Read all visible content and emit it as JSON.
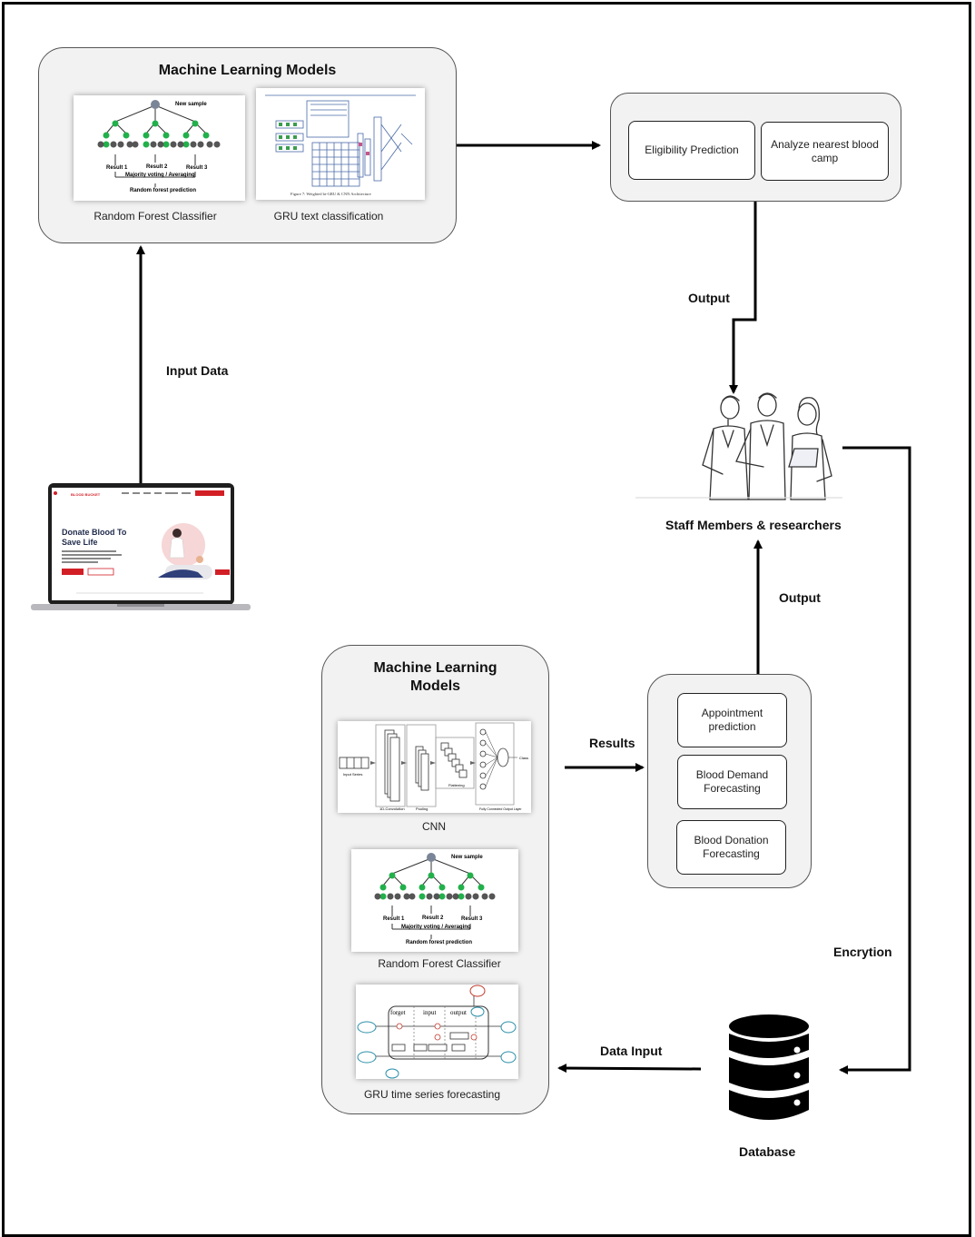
{
  "top_panel": {
    "title": "Machine Learning Models",
    "model_1_caption": "Random Forest Classifier",
    "model_2_caption": "GRU text classification"
  },
  "rf_figure": {
    "top_label": "New sample",
    "results": [
      "Result 1",
      "Result 2",
      "Result 3"
    ],
    "voting": "Majority voting / Averaging",
    "prediction": "Random forest prediction"
  },
  "gru_text_figure": {
    "caption": "Figure 7: Weighted bi-GRU & CNN Architecture"
  },
  "output_panel": {
    "items": [
      "Eligibility Prediction",
      "Analyze nearest blood camp"
    ]
  },
  "laptop": {
    "site_name": "BLOOD BUCKET",
    "headline_1": "Donate Blood To",
    "headline_2": "Save Life"
  },
  "staff": {
    "label": "Staff Members & researchers"
  },
  "bottom_panel": {
    "title_line1": "Machine Learning",
    "title_line2": "Models",
    "cnn_caption": "CNN",
    "rf_caption": "Random Forest Classifier",
    "gru_caption": "GRU time series forecasting"
  },
  "cnn_figure": {
    "input": "Input Series",
    "conv": "1D-Convolution",
    "pool": "Pooling",
    "flat": "Flattening",
    "fc": "Fully Connected Output Layer",
    "out": "Class"
  },
  "lstm_figure": {
    "gates": [
      "forget",
      "input",
      "output"
    ]
  },
  "results_panel": {
    "items": [
      "Appointment prediction",
      "Blood Demand Forecasting",
      "Blood Donation Forecasting"
    ]
  },
  "database": {
    "label": "Database"
  },
  "edges": {
    "input_data": "Input Data",
    "output_top": "Output",
    "output_bottom": "Output",
    "results": "Results",
    "encryption": "Encrytion",
    "data_input": "Data Input"
  },
  "colors": {
    "rf_green": "#22b04b",
    "rf_grey": "#555555",
    "accent_red": "#d21f26"
  }
}
